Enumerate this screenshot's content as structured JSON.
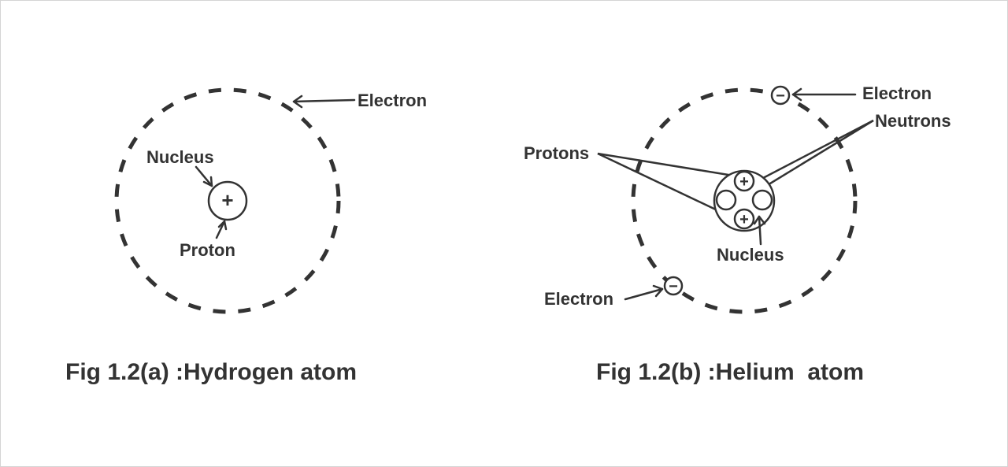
{
  "figure_a": {
    "caption": "Fig 1.2(a) :Hydrogen atom",
    "labels": {
      "electron": "Electron",
      "nucleus": "Nucleus",
      "proton": "Proton"
    },
    "proton_symbol": "+"
  },
  "figure_b": {
    "caption": "Fig 1.2(b) :Helium  atom",
    "labels": {
      "electron_top": "Electron",
      "neutrons": "Neutrons",
      "protons": "Protons",
      "nucleus": "Nucleus",
      "electron_bottom": "Electron"
    },
    "proton_symbol": "+",
    "electron_symbol": "−"
  },
  "colors": {
    "ink": "#333333",
    "background": "#ffffff",
    "border": "#d4d4d4"
  }
}
